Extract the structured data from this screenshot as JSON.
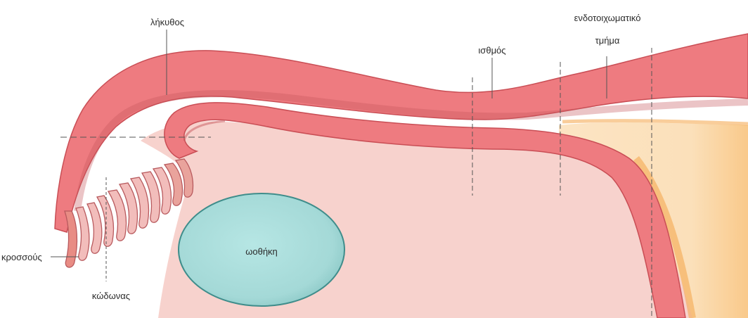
{
  "labels": {
    "ampulla": "λήκυθος",
    "isthmus": "ισθμός",
    "intramural_line1": "ενδοτοιχωματικό",
    "intramural_line2": "τμήμα",
    "fimbriae": "κροσσούς",
    "infundibulum": "κώδωνας",
    "ovary": "ωοθήκη"
  },
  "colors": {
    "tube": "#ee7a7f",
    "tube_dark": "#b4494e",
    "background_tissue": "#f7d0cc",
    "uterus_wall": "#fde6c4",
    "uterus_edge": "#f4a447",
    "ovary_fill": "#a9dedd",
    "ovary_edge": "#3f8d8b",
    "guide_lines": "#555555"
  }
}
